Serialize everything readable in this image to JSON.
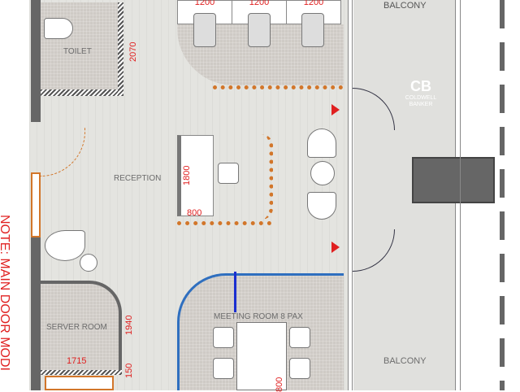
{
  "note": "NOTE: MAIN DOOR MODI",
  "rooms": {
    "toilet": "TOILET",
    "reception": "RECEPTION",
    "server_room": "SERVER ROOM",
    "meeting_room": "MEETING ROOM 8 PAX",
    "balcony_top": "BALCONY",
    "balcony_bottom": "BALCONY"
  },
  "dimensions": {
    "toilet_height": "2070",
    "desk_a": "1200",
    "desk_b": "1200",
    "desk_c": "1200",
    "reception_length": "1800",
    "reception_width": "800",
    "server_height": "1940",
    "server_width": "1715",
    "server_gap": "150",
    "meeting_table": "800"
  },
  "logo": {
    "text_line1": "COLDWELL",
    "text_line2": "BANKER"
  },
  "colors": {
    "dimension": "#e02020",
    "glass": "#2f6fbf",
    "door": "#d2762a"
  }
}
